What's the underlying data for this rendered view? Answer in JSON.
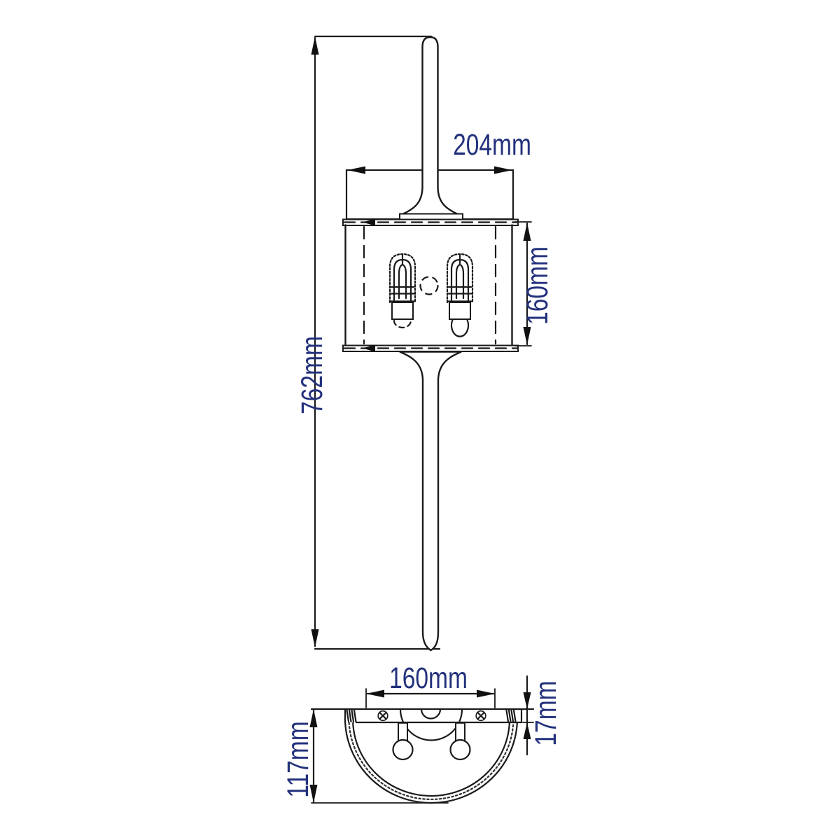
{
  "diagram": {
    "type": "technical-dimension-drawing",
    "subject": "two-light wall sconce, front elevation and bottom plan view",
    "colors": {
      "background": "#ffffff",
      "line": "#1a1a1a",
      "dimension_text": "#23317c"
    },
    "front_view": {
      "overall_height_label": "762mm",
      "backplate_width_label": "204mm",
      "shade_height_label": "160mm",
      "bulb_count": 2
    },
    "bottom_view": {
      "backplate_width_label": "160mm",
      "backplate_depth_label": "17mm",
      "projection_depth_label": "117mm"
    }
  }
}
